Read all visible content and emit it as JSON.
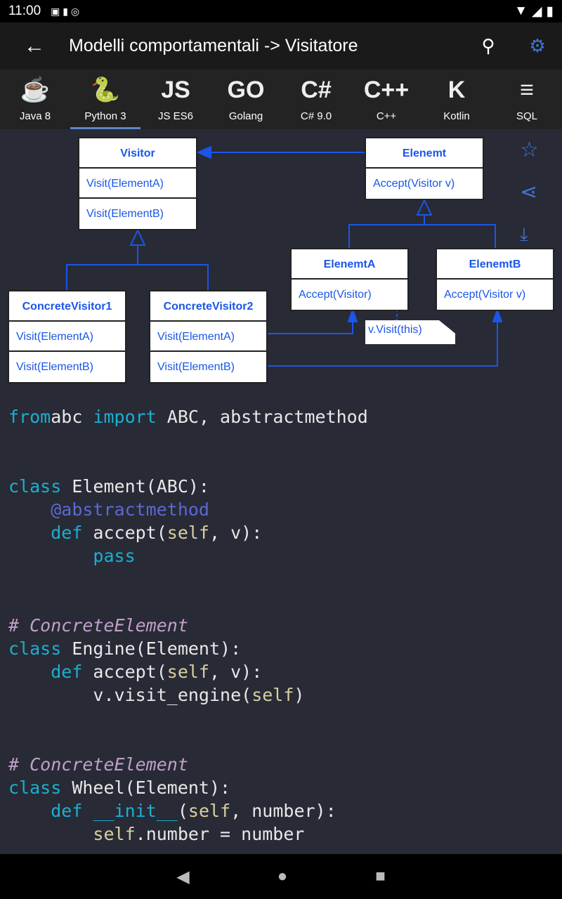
{
  "status": {
    "time": "11:00"
  },
  "appbar": {
    "title": "Modelli comportamentali -> Visitatore"
  },
  "languages": [
    {
      "label": "Java 8",
      "icon": "☕"
    },
    {
      "label": "Python 3",
      "icon": "🐍"
    },
    {
      "label": "JS ES6",
      "icon": "JS"
    },
    {
      "label": "Golang",
      "icon": "GO"
    },
    {
      "label": "C# 9.0",
      "icon": "C#"
    },
    {
      "label": "C++",
      "icon": "C++"
    },
    {
      "label": "Kotlin",
      "icon": "K"
    },
    {
      "label": "SQL",
      "icon": "≡"
    }
  ],
  "diagram": {
    "visitor": [
      "Visitor",
      "Visit(ElementA)",
      "Visit(ElementB)"
    ],
    "element": [
      "Elenemt",
      "Accept(Visitor v)"
    ],
    "elementA": [
      "ElenemtA",
      "Accept(Visitor)"
    ],
    "elementB": [
      "ElenemtB",
      "Accept(Visitor v)"
    ],
    "cv1": [
      "ConcreteVisitor1",
      "Visit(ElementA)",
      "Visit(ElementB)"
    ],
    "cv2": [
      "ConcreteVisitor2",
      "Visit(ElementA)",
      "Visit(ElementB)"
    ],
    "note": "v.Visit(this)"
  },
  "code": [
    [
      [
        "kw",
        "from"
      ],
      [
        "",
        "abc "
      ],
      [
        "kw",
        "import"
      ],
      [
        "",
        " ABC, abstractmethod"
      ]
    ],
    [],
    [],
    [
      [
        "kw",
        "class"
      ],
      [
        "",
        " Element(ABC):"
      ]
    ],
    [
      [
        "",
        "    "
      ],
      [
        "dec",
        "@abstractmethod"
      ]
    ],
    [
      [
        "",
        "    "
      ],
      [
        "kw",
        "def"
      ],
      [
        "",
        " accept("
      ],
      [
        "self",
        "self"
      ],
      [
        "",
        ", v):"
      ]
    ],
    [
      [
        "",
        "        "
      ],
      [
        "kw",
        "pass"
      ]
    ],
    [],
    [],
    [
      [
        "cm",
        "# ConcreteElement"
      ]
    ],
    [
      [
        "kw",
        "class"
      ],
      [
        "",
        " Engine(Element):"
      ]
    ],
    [
      [
        "",
        "    "
      ],
      [
        "kw",
        "def"
      ],
      [
        "",
        " accept("
      ],
      [
        "self",
        "self"
      ],
      [
        "",
        ", v):"
      ]
    ],
    [
      [
        "",
        "        v.visit_engine("
      ],
      [
        "self",
        "self"
      ],
      [
        "",
        ")"
      ]
    ],
    [],
    [],
    [
      [
        "cm",
        "# ConcreteElement"
      ]
    ],
    [
      [
        "kw",
        "class"
      ],
      [
        "",
        " Wheel(Element):"
      ]
    ],
    [
      [
        "",
        "    "
      ],
      [
        "kw",
        "def"
      ],
      [
        "",
        " "
      ],
      [
        "kw",
        "__init__"
      ],
      [
        "",
        "("
      ],
      [
        "self",
        "self"
      ],
      [
        "",
        ", number):"
      ]
    ],
    [
      [
        "",
        "        "
      ],
      [
        "self",
        "self"
      ],
      [
        "",
        ".number = number"
      ]
    ]
  ]
}
